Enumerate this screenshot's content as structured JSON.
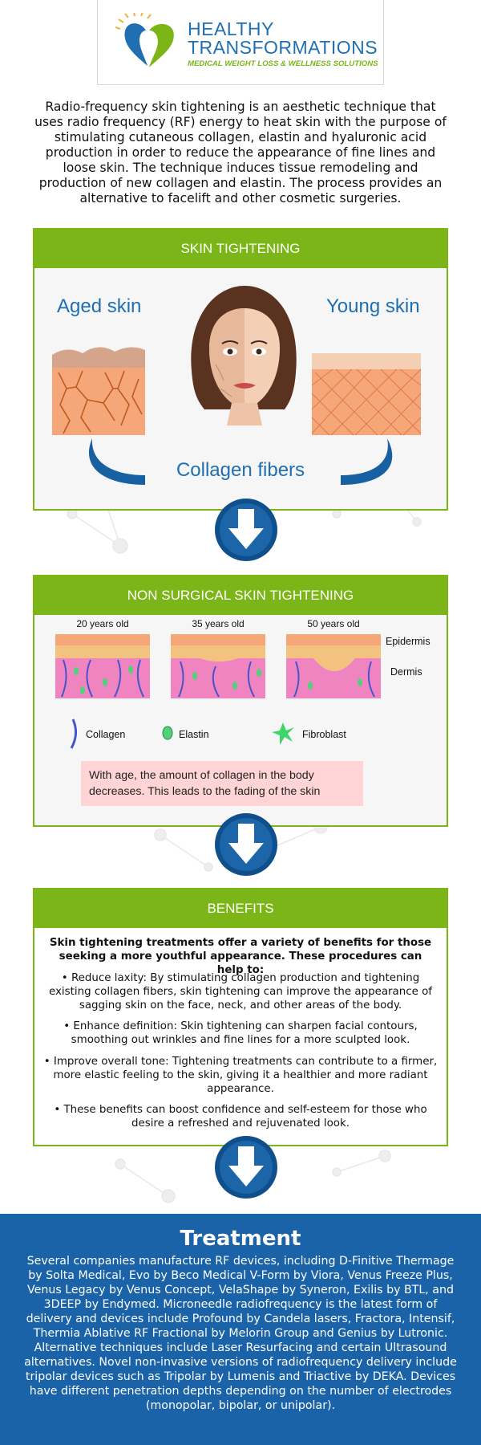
{
  "logo": {
    "line1": "HEALTHY",
    "line2": "TRANSFORMATIONS",
    "tagline": "MEDICAL WEIGHT LOSS & WELLNESS SOLUTIONS"
  },
  "intro": "Radio-frequency skin tightening is an aesthetic technique that uses radio frequency (RF) energy to heat skin with the purpose of stimulating cutaneous collagen, elastin and hyaluronic acid production in order to reduce the appearance of fine lines and loose skin. The technique induces tissue remodeling and production of new collagen and elastin. The process provides an alternative to facelift and other cosmetic surgeries.",
  "panel_skin_tightening": {
    "title": "SKIN TIGHTENING",
    "aged_label": "Aged skin",
    "young_label": "Young skin",
    "collagen_label": "Collagen fibers"
  },
  "panel_non_surgical": {
    "title": "NON SURGICAL SKIN TIGHTENING",
    "ages": [
      "20 years old",
      "35 years old",
      "50 years old"
    ],
    "layers": {
      "epidermis": "Epidermis",
      "dermis": "Dermis"
    },
    "legend": {
      "collagen": "Collagen",
      "elastin": "Elastin",
      "fibroblast": "Fibroblast"
    },
    "note": "With age, the amount of collagen in the body decreases. This leads to the fading of the skin"
  },
  "panel_benefits": {
    "title": "BENEFITS",
    "intro": "Skin tightening treatments offer a variety of benefits for those seeking a more youthful appearance. These procedures can help to:",
    "items": [
      "• Reduce laxity: By stimulating collagen production and tightening existing collagen fibers, skin tightening can improve the appearance of sagging skin on the face, neck, and other areas of the body.",
      "• Enhance definition: Skin tightening can sharpen facial contours, smoothing out wrinkles and fine lines for a more sculpted look.",
      "• Improve overall tone: Tightening treatments can contribute to a firmer, more elastic feeling to the skin, giving it a healthier and more radiant appearance.",
      "• These benefits can boost confidence and self-esteem for those who desire a refreshed and rejuvenated look."
    ]
  },
  "treatment": {
    "title": "Treatment",
    "body": "Several companies manufacture RF devices, including D-Finitive Thermage by Solta Medical, Evo by Beco Medical V-Form by Viora, Venus Freeze Plus, Venus Legacy by Venus Concept, VelaShape by Syneron, Exilis by BTL, and 3DEEP by Endymed. Microneedle radiofrequency is the latest form of delivery and devices include Profound by Candela lasers, Fractora, Intensif, Thermia Ablative RF Fractional by Melorin Group and Genius by Lutronic. Alternative techniques include Laser Resurfacing and certain Ultrasound alternatives. Novel non-invasive versions of radiofrequency delivery include tripolar devices such as Tripolar by Lumenis and Triactive by DEKA. Devices have different penetration depths depending on the number of electrodes (monopolar, bipolar, or unipolar)."
  },
  "colors": {
    "green": "#7cb518",
    "blue": "#1f6fb2",
    "treatment_bg": "#1b63a8",
    "note_bg": "#ffd4d4"
  }
}
